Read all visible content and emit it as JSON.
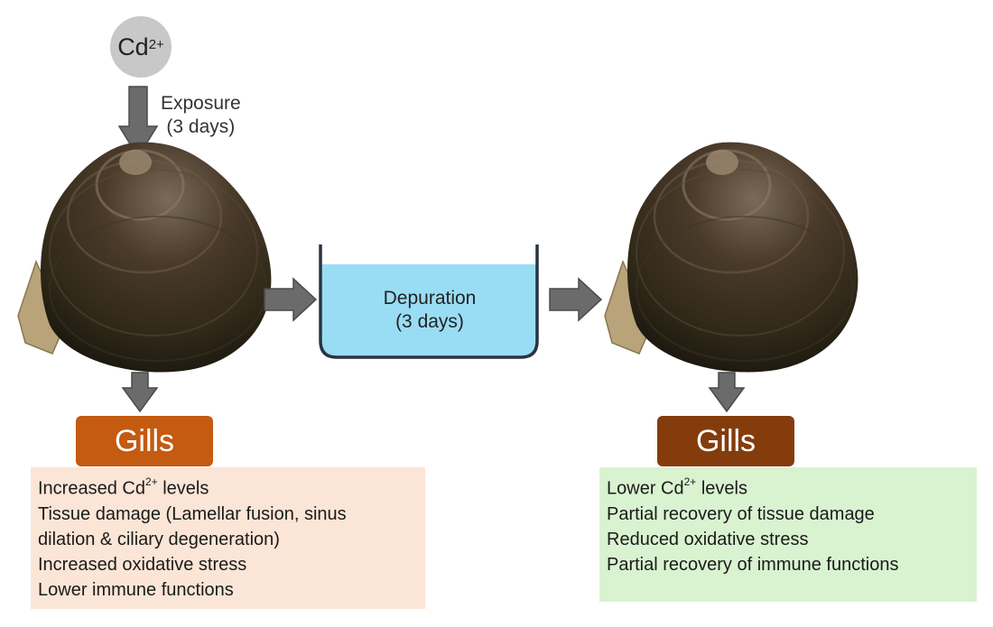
{
  "cd_label": {
    "base": "Cd",
    "sup": "2+"
  },
  "exposure": {
    "line1": "Exposure",
    "line2": "(3 days)"
  },
  "depuration": {
    "line1": "Depuration",
    "line2": "(3 days)"
  },
  "gills_left": {
    "label": "Gills",
    "color": "#c55a11"
  },
  "gills_right": {
    "label": "Gills",
    "color": "#843c0c"
  },
  "findings_left": {
    "item1_pre": "Increased Cd",
    "item1_sup": "2+",
    "item1_post": " levels",
    "item2": "Tissue damage (Lamellar fusion, sinus",
    "item3": "dilation & ciliary degeneration)",
    "item4": "Increased oxidative stress",
    "item5": "Lower immune functions",
    "background": "#fbe5d6"
  },
  "findings_right": {
    "item1_pre": "Lower Cd",
    "item1_sup": "2+",
    "item1_post": " levels",
    "item2": "Partial recovery of tissue damage",
    "item3": "Reduced oxidative stress",
    "item4": "Partial recovery of immune functions",
    "background": "#d9f2d0"
  },
  "colors": {
    "arrow": "#6b6b6b",
    "water": "#99ddf5",
    "tank_outline": "#2a3340",
    "cd_circle": "#c8c8c8"
  },
  "icons": [
    "clam-icon",
    "arrow-down-icon",
    "arrow-right-icon",
    "tank-icon"
  ]
}
